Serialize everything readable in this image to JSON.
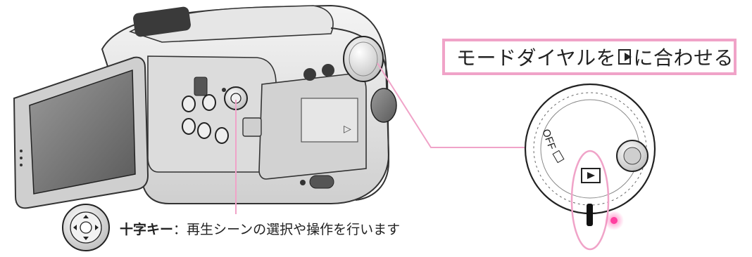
{
  "callout": {
    "text_before": "モードダイヤルを",
    "mode_icon": "play-mode-icon",
    "text_after": "に合わせる"
  },
  "caption": {
    "keyword": "十字キー",
    "separator": "：",
    "description": "再生シーンの選択や操作を行います"
  },
  "dial": {
    "off_label": "OFF"
  },
  "colors": {
    "accent_pink": "#f0a3c8",
    "glow_magenta": "#ff3fa0"
  }
}
